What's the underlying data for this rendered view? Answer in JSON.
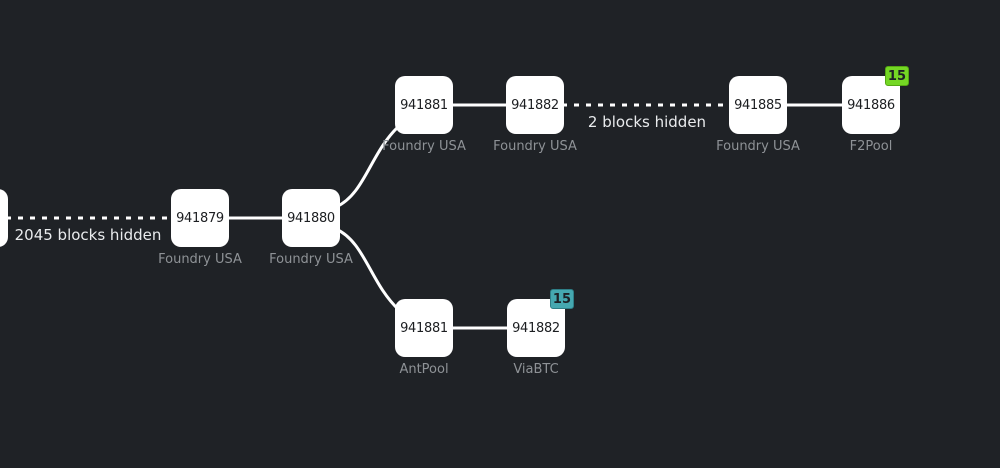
{
  "diagram": {
    "type": "blockchain-fork-tree",
    "description": "Block tree with two hidden segments and a chain split after block 941880 into two branches at heights 941881-941882"
  },
  "nodes": [
    {
      "id": "partial-left-block",
      "height": "",
      "miner": ""
    },
    {
      "id": "block-941879",
      "height": "941879",
      "miner": "Foundry USA"
    },
    {
      "id": "block-941880",
      "height": "941880",
      "miner": "Foundry USA"
    },
    {
      "id": "block-941881-top",
      "height": "941881",
      "miner": "Foundry USA"
    },
    {
      "id": "block-941882-top",
      "height": "941882",
      "miner": "Foundry USA"
    },
    {
      "id": "block-941885",
      "height": "941885",
      "miner": "Foundry USA"
    },
    {
      "id": "block-941886",
      "height": "941886",
      "miner": "F2Pool",
      "badge": "15"
    },
    {
      "id": "block-941881-bottom",
      "height": "941881",
      "miner": "AntPool"
    },
    {
      "id": "block-941882-bottom",
      "height": "941882",
      "miner": "ViaBTC",
      "badge": "15"
    }
  ],
  "labels": {
    "left_hidden": "2045 blocks hidden",
    "top_hidden": "2 blocks hidden"
  },
  "colors": {
    "background": "#1f2226",
    "block_fill": "#ffffff",
    "block_text": "#1c1e21",
    "miner_text": "#8e9296",
    "connector": "#ffffff",
    "hidden_label_text": "#e9ebed",
    "badge_green": "#74d724",
    "badge_teal": "#45a8b0",
    "badge_text": "#1d2126"
  }
}
